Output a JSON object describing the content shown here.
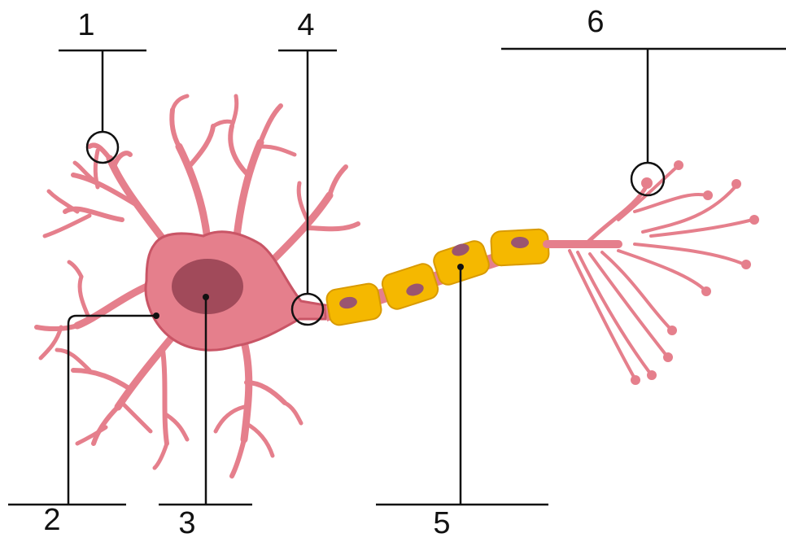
{
  "labels": {
    "l1": "1",
    "l2": "2",
    "l3": "3",
    "l4": "4",
    "l5": "5",
    "l6": "6"
  },
  "colors": {
    "neuron_body": "#e57f8c",
    "neuron_outline": "#c95566",
    "nucleus": "#a14a5a",
    "myelin": "#f5b800",
    "myelin_outline": "#d99a00",
    "myelin_nucleus": "#9a5570",
    "line": "#111111"
  }
}
